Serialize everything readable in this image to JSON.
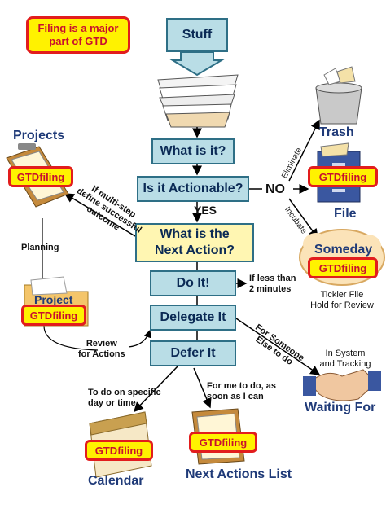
{
  "callout": "Filing is a major part of GTD",
  "flow": {
    "stuff": "Stuff",
    "what_is_it": "What is it?",
    "actionable": "Is it Actionable?",
    "no": "NO",
    "yes": "YES",
    "next_action_1": "What is the",
    "next_action_2": "Next Action?",
    "do_it": "Do It!",
    "delegate": "Delegate It",
    "defer": "Defer It"
  },
  "outcomes": {
    "trash": "Trash",
    "eliminate": "Eliminate",
    "file": "File",
    "incubate": "Incubate",
    "someday": "Someday",
    "tickler_1": "Tickler File",
    "tickler_2": "Hold for Review",
    "waiting_for": "Waiting For",
    "in_system_1": "In System",
    "in_system_2": "and Tracking",
    "for_someone_1": "For Someone",
    "for_someone_2": "Else to do",
    "calendar": "Calendar",
    "calendar_note_1": "To do on specific",
    "calendar_note_2": "day or time",
    "next_actions": "Next Actions List",
    "next_actions_note_1": "For me to do, as",
    "next_actions_note_2": "soon as I can",
    "less_than_1": "If less than",
    "less_than_2": "2 minutes"
  },
  "projects": {
    "title": "Projects",
    "multistep_1": "If multi-step",
    "multistep_2": "define successful",
    "multistep_3": "outcome",
    "planning": "Planning",
    "project_label": "Project",
    "review_1": "Review",
    "review_2": "for Actions"
  },
  "badge_label": "GTDfiling",
  "colors": {
    "flow_fill": "#b9dde6",
    "action_fill": "#fff6b2",
    "badge_fill": "#fff200",
    "badge_border": "#e21d1d",
    "title_blue": "#1f3a78"
  }
}
